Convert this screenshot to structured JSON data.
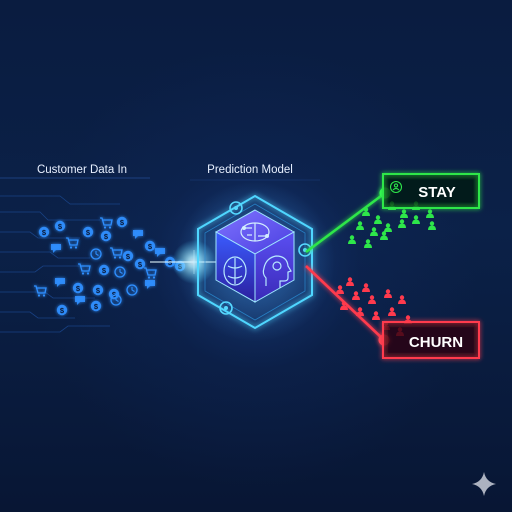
{
  "labels": {
    "input": "Customer Data In",
    "model": "Prediction Model",
    "stay": "STAY",
    "churn": "CHURN"
  },
  "icons": {
    "input_stream": [
      "dollar-icon",
      "shopping-cart-icon",
      "chat-bubble-icon",
      "clock-icon"
    ],
    "model_faces": [
      "brain-circuit-icon",
      "brain-icon",
      "head-profile-icon"
    ],
    "stay_group": "person-icon",
    "churn_group": "person-icon",
    "corner": "sparkle-icon"
  },
  "colors": {
    "background": "#081633",
    "input_icons": "#2f8fff",
    "model_glow": "#4fd6ff",
    "cube_top": "#6f63ff",
    "cube_left": "#3f36d6",
    "cube_right": "#5a4df0",
    "stay": "#2ee64a",
    "churn": "#ff3a4d",
    "text": "#ffffff"
  }
}
